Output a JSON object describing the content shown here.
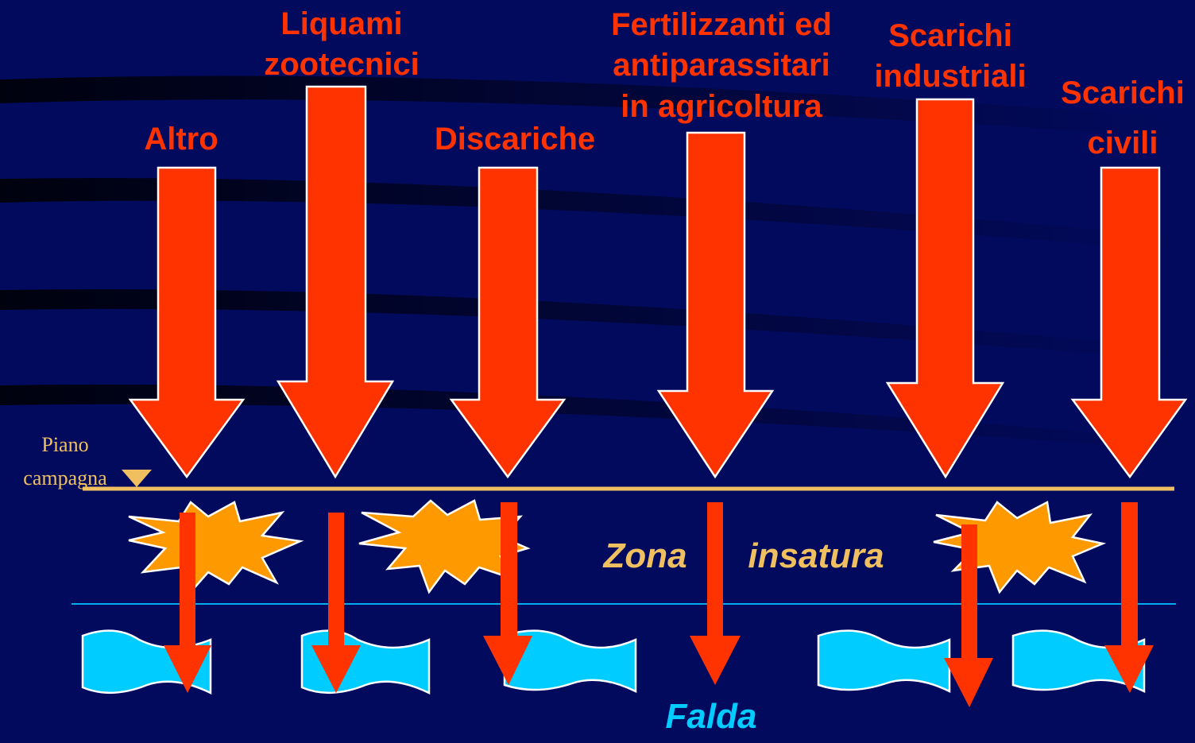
{
  "colors": {
    "background": "#020a5e",
    "arrow": "#ff3300",
    "label": "#ff3300",
    "ground_line": "#f0c060",
    "burst": "#ff9900",
    "water": "#00ccff",
    "water_line": "#00aaee",
    "zone_text": "#f0c060",
    "falda_text": "#00ccff"
  },
  "sources": [
    {
      "id": "altro",
      "lines": [
        "Altro"
      ]
    },
    {
      "id": "liquami",
      "lines": [
        "Liquami",
        "zootecnici"
      ]
    },
    {
      "id": "discariche",
      "lines": [
        "Discariche"
      ]
    },
    {
      "id": "fertilizzanti",
      "lines": [
        "Fertilizzanti ed",
        "antiparassitari",
        "in agricoltura"
      ]
    },
    {
      "id": "scarichi-industriali",
      "lines": [
        "Scarichi",
        "industriali"
      ]
    },
    {
      "id": "scarichi-civili",
      "lines": [
        "Scarichi",
        "civili"
      ]
    }
  ],
  "ground": {
    "label_line1": "Piano",
    "label_line2": "campagna"
  },
  "zone": {
    "word1": "Zona",
    "word2": "insatura"
  },
  "aquifer": {
    "label": "Falda"
  }
}
